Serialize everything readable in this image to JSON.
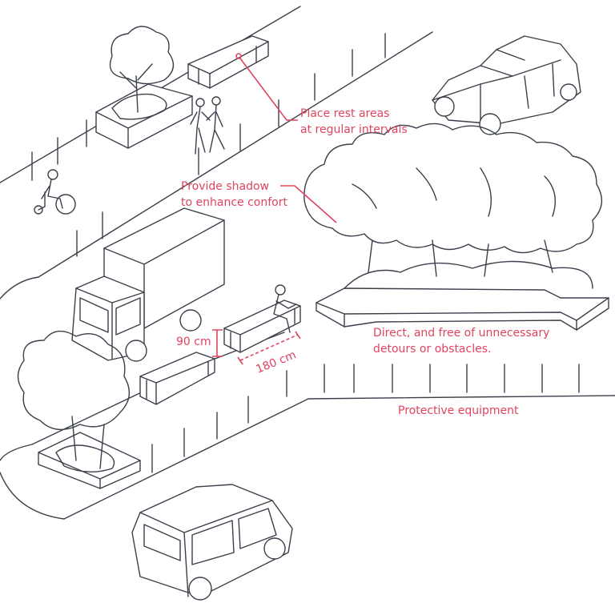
{
  "annotations": {
    "rest_areas_line1": "Place rest areas",
    "rest_areas_line2": "at regular intervals",
    "shadow_line1": "Provide shadow",
    "shadow_line2": "to enhance confort",
    "direct_line1": "Direct, and free of unnecessary",
    "direct_line2": "detours or obstacles.",
    "protective": "Protective equipment",
    "height_dim": "90 cm",
    "length_dim": "180 cm"
  },
  "colors": {
    "line": "#3a3f4a",
    "accent": "#e0445f",
    "background": "#ffffff"
  }
}
